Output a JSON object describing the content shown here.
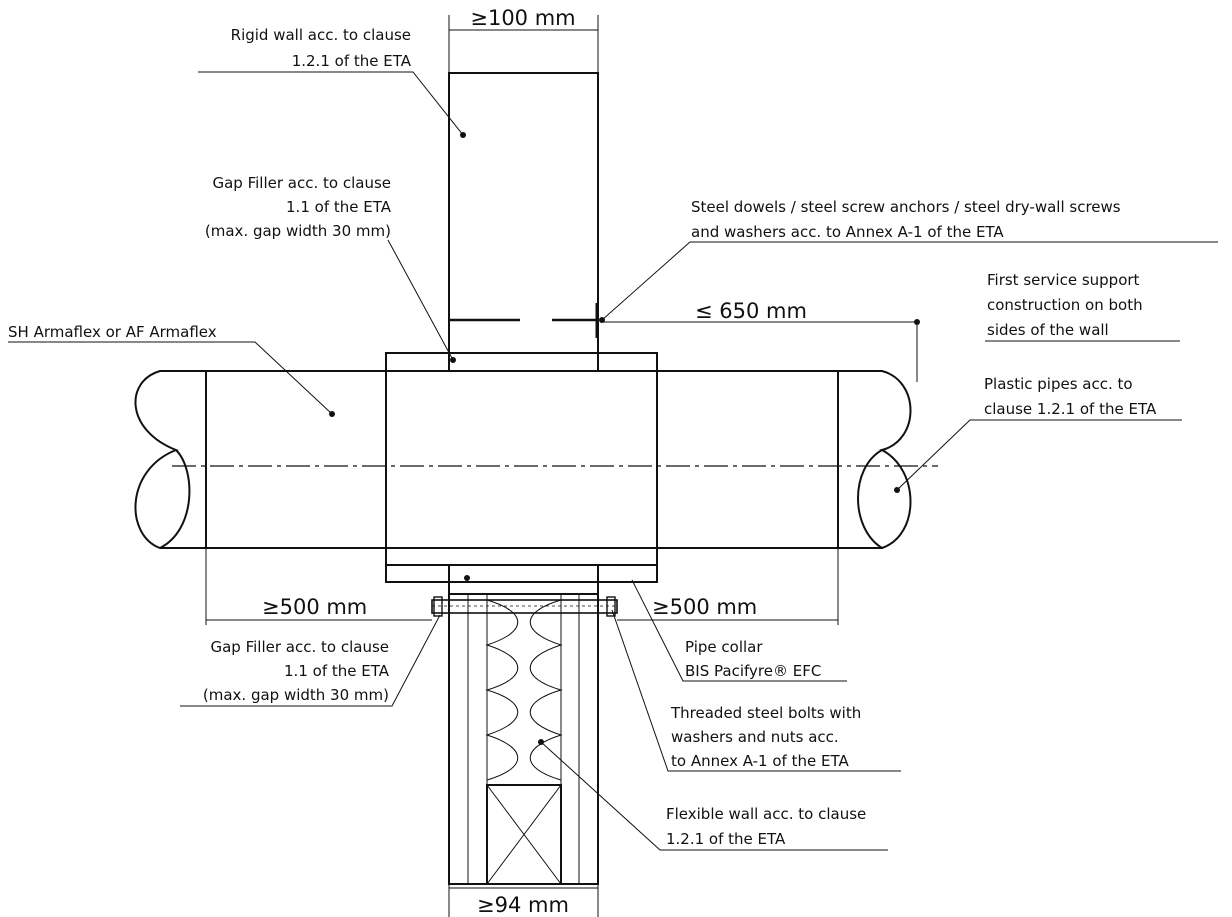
{
  "drawing": {
    "dimensions": {
      "rigid_wall_thickness": "≥100 mm",
      "support_distance": "≤ 650 mm",
      "insulation_length_left": "≥500 mm",
      "insulation_length_right": "≥500 mm",
      "flexible_wall_thickness": "≥94 mm"
    },
    "labels": {
      "rigid_wall": [
        "Rigid wall acc. to clause",
        "1.2.1 of the ETA"
      ],
      "gap_filler_top": [
        "Gap Filler acc. to clause",
        "1.1 of the ETA",
        "(max. gap width 30 mm)"
      ],
      "steel_dowels": [
        "Steel dowels / steel screw anchors / steel dry-wall screws",
        "and washers acc. to Annex A-1 of the ETA"
      ],
      "first_support": [
        "First service support",
        "construction on both",
        "sides of the wall"
      ],
      "insulation": [
        "SH Armaflex or AF Armaflex"
      ],
      "plastic_pipes": [
        "Plastic pipes acc. to",
        "clause 1.2.1 of the ETA"
      ],
      "gap_filler_bottom": [
        "Gap Filler acc. to clause",
        "1.1 of the ETA",
        "(max. gap width 30 mm)"
      ],
      "pipe_collar": [
        "Pipe collar",
        "BIS Pacifyre® EFC"
      ],
      "threaded_bolts": [
        "Threaded steel bolts with",
        "washers and nuts acc.",
        "to Annex A-1 of the ETA"
      ],
      "flexible_wall": [
        "Flexible wall acc. to clause",
        "1.2.1 of the ETA"
      ]
    }
  }
}
